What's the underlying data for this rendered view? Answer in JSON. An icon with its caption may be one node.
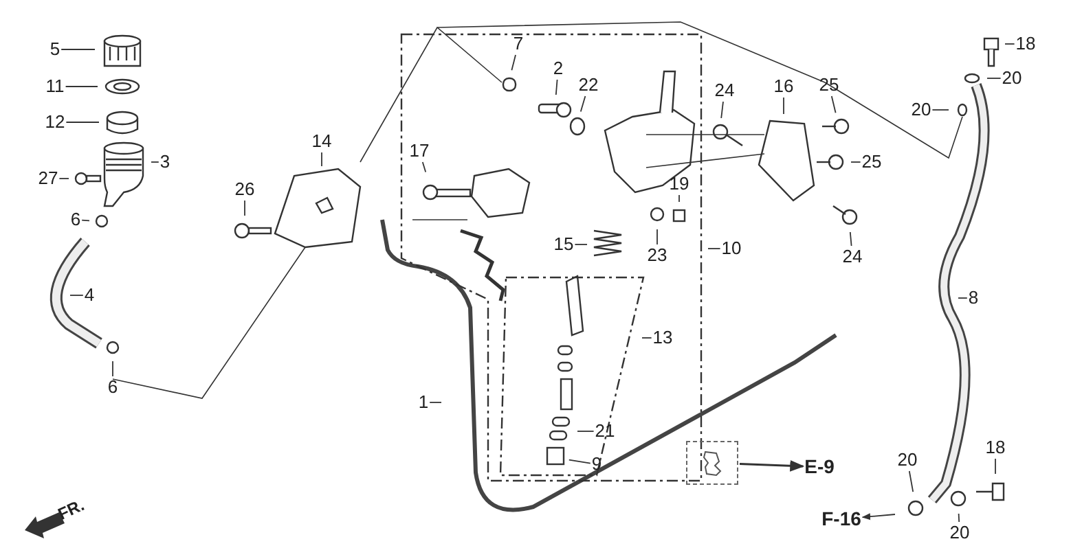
{
  "diagram": {
    "nodes": [
      {
        "text": [
          "5"
        ]
      },
      {
        "text": [
          "11"
        ]
      },
      {
        "text": [
          "12"
        ]
      },
      {
        "text": [
          "3"
        ]
      },
      {
        "text": [
          "27"
        ]
      },
      {
        "text": [
          "6"
        ]
      },
      {
        "text": [
          "4"
        ]
      },
      {
        "text": [
          "6"
        ]
      },
      {
        "text": [
          "14"
        ]
      },
      {
        "text": [
          "26"
        ]
      },
      {
        "text": [
          "7"
        ]
      },
      {
        "text": [
          "2"
        ]
      },
      {
        "text": [
          "22"
        ]
      },
      {
        "text": [
          "17"
        ]
      },
      {
        "text": [
          "15"
        ]
      },
      {
        "text": [
          "23"
        ]
      },
      {
        "text": [
          "19"
        ]
      },
      {
        "text": [
          "10"
        ]
      },
      {
        "text": [
          "13"
        ]
      },
      {
        "text": [
          "1"
        ]
      },
      {
        "text": [
          "21"
        ]
      },
      {
        "text": [
          "9"
        ]
      },
      {
        "text": [
          "24"
        ]
      },
      {
        "text": [
          "16"
        ]
      },
      {
        "text": [
          "25"
        ]
      },
      {
        "text": [
          "25"
        ]
      },
      {
        "text": [
          "24"
        ]
      },
      {
        "text": [
          "18"
        ]
      },
      {
        "text": [
          "20"
        ]
      },
      {
        "text": [
          "20"
        ]
      },
      {
        "text": [
          "8"
        ]
      },
      {
        "text": [
          "20"
        ]
      },
      {
        "text": [
          "18"
        ]
      },
      {
        "text": [
          "20"
        ]
      },
      {
        "text": [
          "F-16"
        ]
      },
      {
        "text": [],
        "shape": "box"
      },
      {
        "text": [
          "E-9"
        ]
      }
    ],
    "edges": [
      {
        "from": 0,
        "to": null,
        "arrow": "none"
      },
      {
        "from": 1,
        "to": null,
        "arrow": "none"
      },
      {
        "from": 2,
        "to": null,
        "arrow": "none"
      },
      {
        "from": 3,
        "to": null,
        "arrow": "none"
      },
      {
        "from": 4,
        "to": null,
        "arrow": "none"
      },
      {
        "from": 5,
        "to": null,
        "arrow": "none"
      },
      {
        "from": 6,
        "to": null,
        "arrow": "none"
      },
      {
        "from": 7,
        "to": null,
        "arrow": "none"
      },
      {
        "from": 8,
        "to": null,
        "arrow": "none"
      },
      {
        "from": 9,
        "to": null,
        "arrow": "none"
      },
      {
        "from": 10,
        "to": null,
        "arrow": "none"
      },
      {
        "from": 11,
        "to": null,
        "arrow": "none"
      },
      {
        "from": 12,
        "to": null,
        "arrow": "none"
      },
      {
        "from": 13,
        "to": null,
        "arrow": "none"
      },
      {
        "from": 14,
        "to": null,
        "arrow": "none"
      },
      {
        "from": 15,
        "to": null,
        "arrow": "none"
      },
      {
        "from": 16,
        "to": null,
        "arrow": "none"
      },
      {
        "from": 17,
        "to": null,
        "arrow": "none"
      },
      {
        "from": 18,
        "to": null,
        "arrow": "none"
      },
      {
        "from": 19,
        "to": null,
        "arrow": "none"
      },
      {
        "from": 20,
        "to": null,
        "arrow": "none"
      },
      {
        "from": 21,
        "to": null,
        "arrow": "none"
      },
      {
        "from": 22,
        "to": null,
        "arrow": "none"
      },
      {
        "from": 23,
        "to": null,
        "arrow": "none"
      },
      {
        "from": 24,
        "to": null,
        "arrow": "none"
      },
      {
        "from": 25,
        "to": null,
        "arrow": "none"
      },
      {
        "from": 26,
        "to": null,
        "arrow": "none"
      },
      {
        "from": 27,
        "to": null,
        "arrow": "none"
      },
      {
        "from": 28,
        "to": null,
        "arrow": "none"
      },
      {
        "from": 29,
        "to": null,
        "arrow": "none"
      },
      {
        "from": 30,
        "to": null,
        "arrow": "none"
      },
      {
        "from": 31,
        "to": null,
        "arrow": "none"
      },
      {
        "from": 32,
        "to": null,
        "arrow": "none"
      },
      {
        "from": 33,
        "to": null,
        "arrow": "none"
      },
      {
        "from": null,
        "to": 34,
        "arrow": "to"
      },
      {
        "from": 35,
        "to": 36,
        "arrow": "to"
      }
    ],
    "labels": [
      "FR."
    ]
  }
}
